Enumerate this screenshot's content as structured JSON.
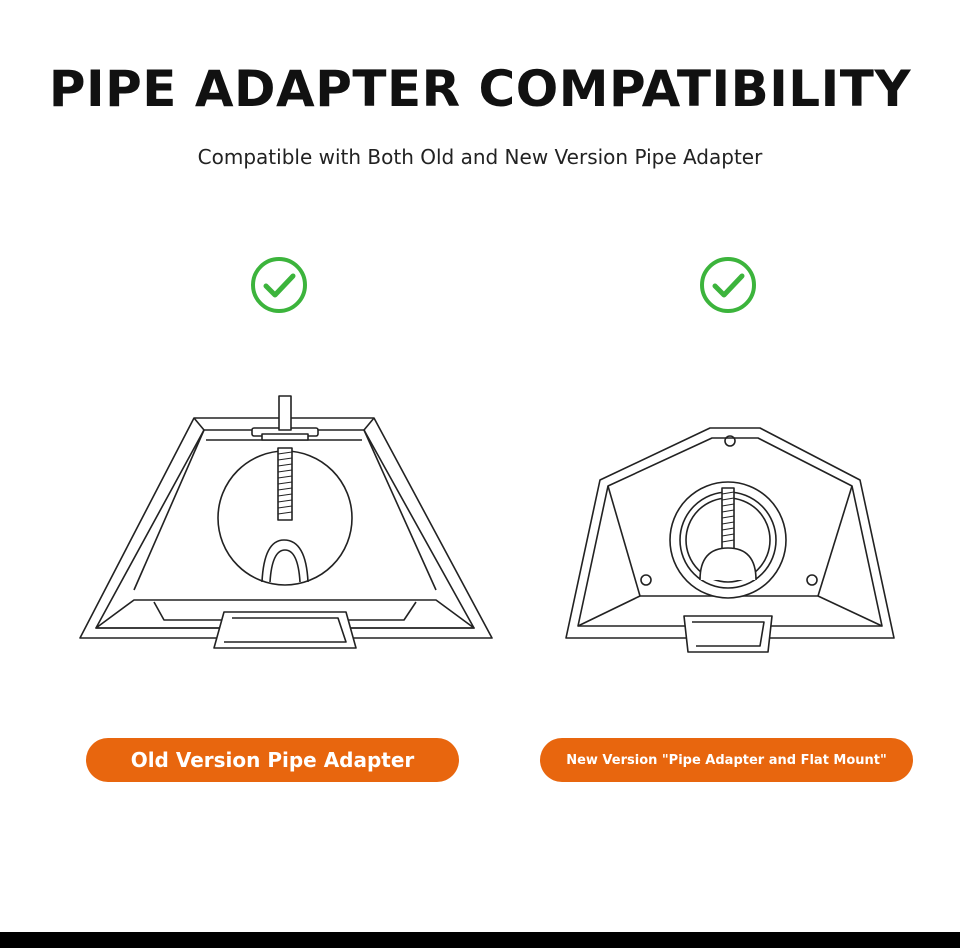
{
  "header": {
    "title": "PIPE ADAPTER COMPATIBILITY",
    "subtitle": "Compatible with Both Old and New Version Pipe Adapter"
  },
  "products": [
    {
      "label": "Old Version Pipe Adapter",
      "icon": "check-circle-icon",
      "compatible": true
    },
    {
      "label": "New Version \"Pipe Adapter and Flat Mount\"",
      "icon": "check-circle-icon",
      "compatible": true
    }
  ],
  "colors": {
    "accent": "#e8660e",
    "check": "#3cb43c",
    "text": "#111111",
    "bar": "#000000"
  }
}
